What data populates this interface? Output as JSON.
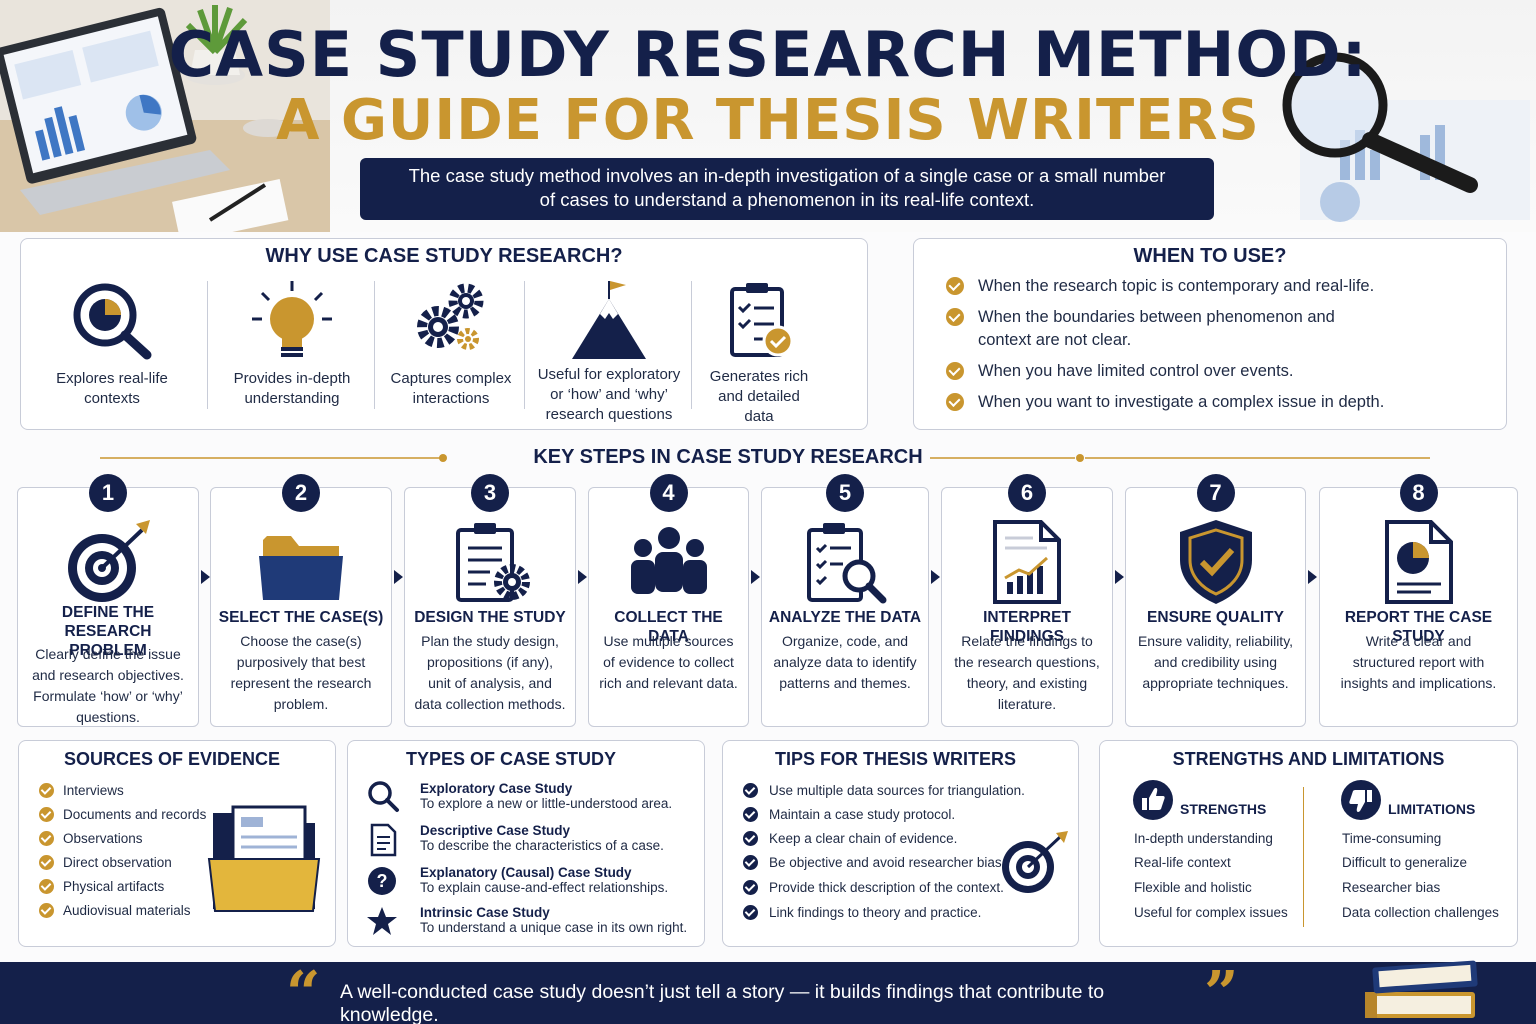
{
  "header": {
    "title_line1": "CASE STUDY RESEARCH METHOD:",
    "title_line2": "A GUIDE FOR THESIS WRITERS",
    "intro_line1": "The case study method involves an in-depth investigation of a single case or a small number",
    "intro_line2": "of cases to understand a phenomenon in its real-life context."
  },
  "why": {
    "title": "WHY USE CASE STUDY RESEARCH?",
    "items": [
      {
        "icon": "magnifier-chart-icon",
        "line1": "Explores real-life",
        "line2": "contexts",
        "line3": ""
      },
      {
        "icon": "lightbulb-icon",
        "line1": "Provides in-depth",
        "line2": "understanding",
        "line3": ""
      },
      {
        "icon": "gears-icon",
        "line1": "Captures complex",
        "line2": "interactions",
        "line3": ""
      },
      {
        "icon": "mountain-flag-icon",
        "line1": "Useful for exploratory",
        "line2": "or ‘how’ and ‘why’",
        "line3": "research questions"
      },
      {
        "icon": "clipboard-check-icon",
        "line1": "Generates rich",
        "line2": "and detailed",
        "line3": "data"
      }
    ]
  },
  "when": {
    "title": "WHEN TO USE?",
    "items": [
      {
        "line1": "When the research topic is contemporary and real-life.",
        "line2": ""
      },
      {
        "line1": "When the boundaries between phenomenon and",
        "line2": "context are not clear."
      },
      {
        "line1": "When you have limited control over events.",
        "line2": ""
      },
      {
        "line1": "When you want to investigate a complex issue in depth.",
        "line2": ""
      }
    ]
  },
  "steps": {
    "title": "KEY STEPS IN CASE STUDY RESEARCH",
    "items": [
      {
        "num": "1",
        "icon": "target-arrow-icon",
        "title1": "DEFINE THE",
        "title2": "RESEARCH PROBLEM",
        "desc": [
          "Clearly define the issue",
          "and research objectives.",
          "Formulate ‘how’ or ‘why’",
          "questions."
        ]
      },
      {
        "num": "2",
        "icon": "folder-icon",
        "title1": "SELECT THE CASE(S)",
        "title2": "",
        "desc": [
          "Choose the case(s)",
          "purposively that best",
          "represent the research",
          "problem."
        ]
      },
      {
        "num": "3",
        "icon": "clipboard-gear-icon",
        "title1": "DESIGN THE STUDY",
        "title2": "",
        "desc": [
          "Plan the study design,",
          "propositions (if any),",
          "unit of analysis,  and",
          "data collection methods."
        ]
      },
      {
        "num": "4",
        "icon": "people-group-icon",
        "title1": "COLLECT THE DATA",
        "title2": "",
        "desc": [
          "Use multiple sources",
          "of evidence to collect",
          "rich and relevant data."
        ]
      },
      {
        "num": "5",
        "icon": "checklist-magnifier-icon",
        "title1": "ANALYZE THE DATA",
        "title2": "",
        "desc": [
          "Organize, code, and",
          "analyze data to identify",
          "patterns and themes."
        ]
      },
      {
        "num": "6",
        "icon": "report-chart-icon",
        "title1": "INTERPRET FINDINGS",
        "title2": "",
        "desc": [
          "Relate the findings to",
          "the research questions,",
          "theory, and existing",
          "literature."
        ]
      },
      {
        "num": "7",
        "icon": "shield-check-icon",
        "title1": "ENSURE QUALITY",
        "title2": "",
        "desc": [
          "Ensure validity, reliability,",
          "and credibility using",
          "appropriate techniques."
        ]
      },
      {
        "num": "8",
        "icon": "document-pie-icon",
        "title1": "REPORT THE CASE STUDY",
        "title2": "",
        "desc": [
          "Write a clear and",
          "structured report with",
          "insights and implications."
        ]
      }
    ]
  },
  "sources": {
    "title": "SOURCES OF EVIDENCE",
    "items": [
      "Interviews",
      "Documents and records",
      "Observations",
      "Direct observation",
      "Physical artifacts",
      "Audiovisual materials"
    ]
  },
  "types": {
    "title": "TYPES OF CASE STUDY",
    "items": [
      {
        "icon": "search-icon",
        "name": "Exploratory Case Study",
        "desc": "To explore a new or little-understood area."
      },
      {
        "icon": "document-icon",
        "name": "Descriptive Case Study",
        "desc": "To describe the characteristics of a case."
      },
      {
        "icon": "question-icon",
        "name": "Explanatory (Causal) Case Study",
        "desc": "To explain cause-and-effect relationships."
      },
      {
        "icon": "star-icon",
        "name": "Intrinsic Case Study",
        "desc": "To understand a unique case in its own right."
      }
    ]
  },
  "tips": {
    "title": "TIPS FOR THESIS WRITERS",
    "items": [
      "Use multiple data sources for triangulation.",
      "Maintain a case study protocol.",
      "Keep a clear chain of evidence.",
      "Be objective and avoid researcher bias.",
      "Provide thick description of the context.",
      "Link findings to theory and practice."
    ]
  },
  "sl": {
    "title": "STRENGTHS AND LIMITATIONS",
    "strengths_label": "STRENGTHS",
    "limitations_label": "LIMITATIONS",
    "strengths": [
      "In-depth understanding",
      "Real-life context",
      "Flexible and holistic",
      "Useful for complex issues"
    ],
    "limitations": [
      "Time-consuming",
      "Difficult to generalize",
      "Researcher bias",
      "Data collection challenges"
    ]
  },
  "footer": {
    "quote": "A well-conducted case study doesn’t just tell a story — it builds findings that contribute to knowledge.",
    "open_mark": "“",
    "close_mark": "”"
  },
  "colors": {
    "navy": "#14204a",
    "gold": "#c9962f",
    "border": "#c8ccd8"
  }
}
